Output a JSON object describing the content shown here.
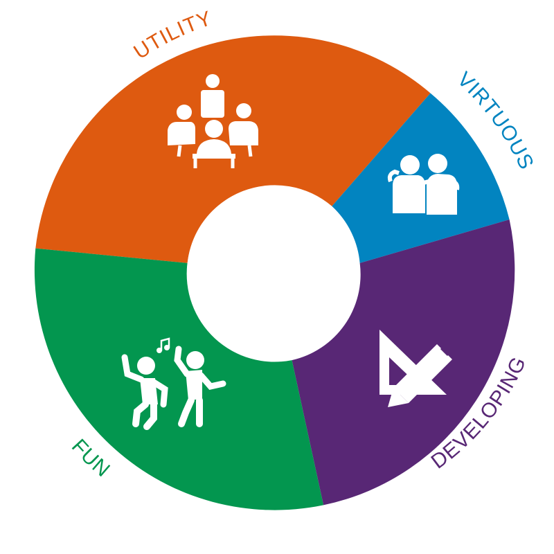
{
  "diagram": {
    "segments": [
      {
        "id": "utility",
        "label": "UTILITY",
        "color": "#de5a10",
        "icon": "meeting-group-icon"
      },
      {
        "id": "virtuous",
        "label": "VIRTUOUS",
        "color": "#0284c0",
        "icon": "friends-embrace-icon"
      },
      {
        "id": "developing",
        "label": "DEVELOPING",
        "color": "#582775",
        "icon": "ruler-pencil-icon"
      },
      {
        "id": "fun",
        "label": "FUN",
        "color": "#03964f",
        "icon": "dancing-people-icon"
      }
    ],
    "icon_color": "#ffffff",
    "center_color": "#ffffff"
  }
}
